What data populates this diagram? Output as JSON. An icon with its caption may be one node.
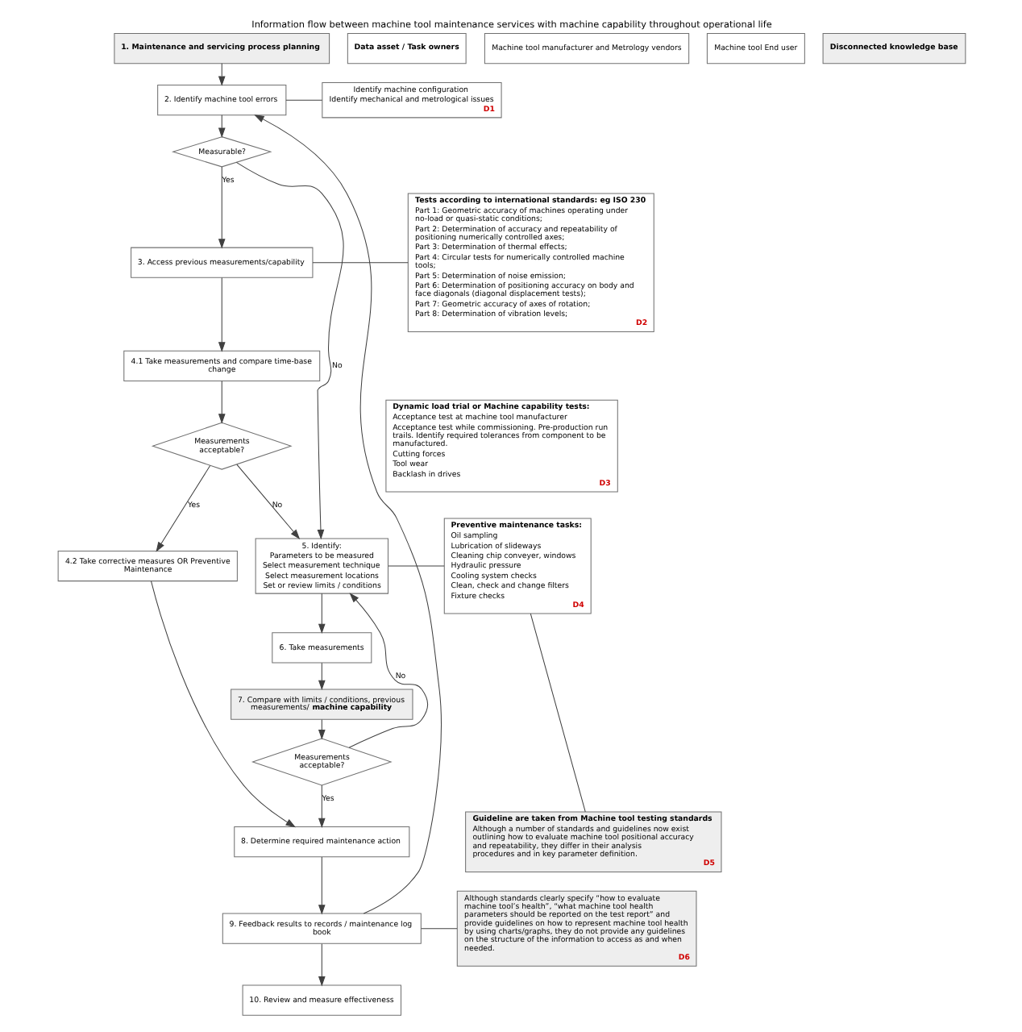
{
  "diagram": {
    "title": "Information flow between machine tool maintenance services with machine capability throughout operational life",
    "nodes": [
      {
        "text": [
          "1. Maintenance and servicing process planning"
        ]
      },
      {
        "text": [
          "2. Identify machine tool errors"
        ]
      },
      {
        "text": [
          "Measurable?"
        ]
      },
      {
        "text": [
          "3. Access previous measurements/capability"
        ]
      },
      {
        "text": [
          "4.1 Take measurements and compare time-base change"
        ]
      },
      {
        "text": [
          "Measurements acceptable?"
        ]
      },
      {
        "text": [
          "4.2 Take corrective measures OR Preventive Maintenance"
        ]
      },
      {
        "text": [
          "5. Identify:",
          "Parameters to be measured",
          "Select measurement technique",
          "Select measurement locations",
          "Set or review limits / conditions"
        ]
      },
      {
        "text": [
          "6. Take measurements"
        ]
      },
      {
        "text": [
          "7. Compare with limits / conditions, previous measurements/ **machine capability**"
        ]
      },
      {
        "text": [
          "Measurements acceptable?"
        ]
      },
      {
        "text": [
          "8. Determine required maintenance action"
        ]
      },
      {
        "text": [
          "9. Feedback results to records / maintenance log book"
        ]
      },
      {
        "text": [
          "10. Review and measure effectiveness"
        ]
      },
      {
        "text": [
          "Identify machine configuration",
          "Identify mechanical and metrological issues",
          "D1"
        ]
      },
      {
        "text": [
          "Tests according to international standards: eg ISO 230",
          "Part 1: Geometric accuracy of machines operating under no-load or quasi-static conditions;",
          "Part 2: Determination of accuracy and repeatability of positioning numerically controlled axes;",
          "Part 3: Determination of thermal effects;",
          "Part 4: Circular tests for numerically controlled machine tools;",
          "Part 5: Determination of noise emission;",
          "Part 6: Determination of positioning accuracy on body and face diagonals (diagonal displacement tests);",
          "Part 7: Geometric accuracy of axes of rotation;",
          "Part 8: Determination of vibration levels;",
          "D2"
        ]
      },
      {
        "text": [
          "Dynamic load trial or Machine capability tests:",
          "Acceptance test at machine tool manufacturer",
          "Acceptance test while commissioning. Pre-production run trails. Identify required tolerances from component to be manufactured.",
          "Cutting forces",
          "Tool wear",
          "Backlash in drives",
          "D3"
        ]
      },
      {
        "text": [
          "Preventive maintenance tasks:",
          "Oil sampling",
          "Lubrication of slideways",
          "Cleaning chip conveyer, windows",
          "Hydraulic pressure",
          "Cooling system checks",
          "Clean, check and change filters",
          "Fixture checks",
          "D4"
        ]
      },
      {
        "text": [
          "Guideline are taken from Machine tool testing standards",
          "Although a number of standards and guidelines now exist outlining how to evaluate machine tool positional accuracy and repeatability, they differ in their analysis procedures and in key parameter definition.",
          "D5"
        ]
      },
      {
        "text": [
          "Although standards clearly specify “how to evaluate machine tool’s health”, “what machine tool health parameters should be reported on the test report” and provide guidelines on how to represent machine tool health by using charts/graphs, they do not provide any guidelines on the structure of the information to access as and when needed.",
          "D6"
        ]
      },
      {
        "text": [
          "Data asset / Task owners"
        ]
      },
      {
        "text": [
          "Machine tool manufacturer and Metrology vendors"
        ]
      },
      {
        "text": [
          "Machine tool End user"
        ]
      },
      {
        "text": [
          "Disconnected knowledge base"
        ]
      }
    ],
    "edges": [
      {
        "from": 0,
        "to": 1,
        "arrow": "to"
      },
      {
        "from": 1,
        "to": 2,
        "arrow": "to"
      },
      {
        "from": 2,
        "to": 3,
        "arrow": "to",
        "label": "Yes"
      },
      {
        "from": 2,
        "to": 7,
        "arrow": "to",
        "label": "No"
      },
      {
        "from": 3,
        "to": 4,
        "arrow": "to"
      },
      {
        "from": 4,
        "to": 5,
        "arrow": "to"
      },
      {
        "from": 5,
        "to": 6,
        "arrow": "to",
        "label": "Yes"
      },
      {
        "from": 5,
        "to": 7,
        "arrow": "to",
        "label": "No"
      },
      {
        "from": 6,
        "to": 11,
        "arrow": "to"
      },
      {
        "from": 7,
        "to": 8,
        "arrow": "to"
      },
      {
        "from": 8,
        "to": 9,
        "arrow": "to"
      },
      {
        "from": 9,
        "to": 10,
        "arrow": "to"
      },
      {
        "from": 10,
        "to": 7,
        "arrow": "to",
        "label": "No"
      },
      {
        "from": 10,
        "to": 11,
        "arrow": "to",
        "label": "Yes"
      },
      {
        "from": 11,
        "to": 12,
        "arrow": "to"
      },
      {
        "from": 12,
        "to": 1,
        "arrow": "to"
      },
      {
        "from": 12,
        "to": 13,
        "arrow": "to"
      },
      {
        "from": 14,
        "to": 1,
        "arrow": "none"
      },
      {
        "from": 15,
        "to": 3,
        "arrow": "none"
      },
      {
        "from": 17,
        "to": 7,
        "arrow": "none"
      },
      {
        "from": 18,
        "to": 17,
        "arrow": "none"
      },
      {
        "from": 19,
        "to": 12,
        "arrow": "none"
      }
    ]
  }
}
